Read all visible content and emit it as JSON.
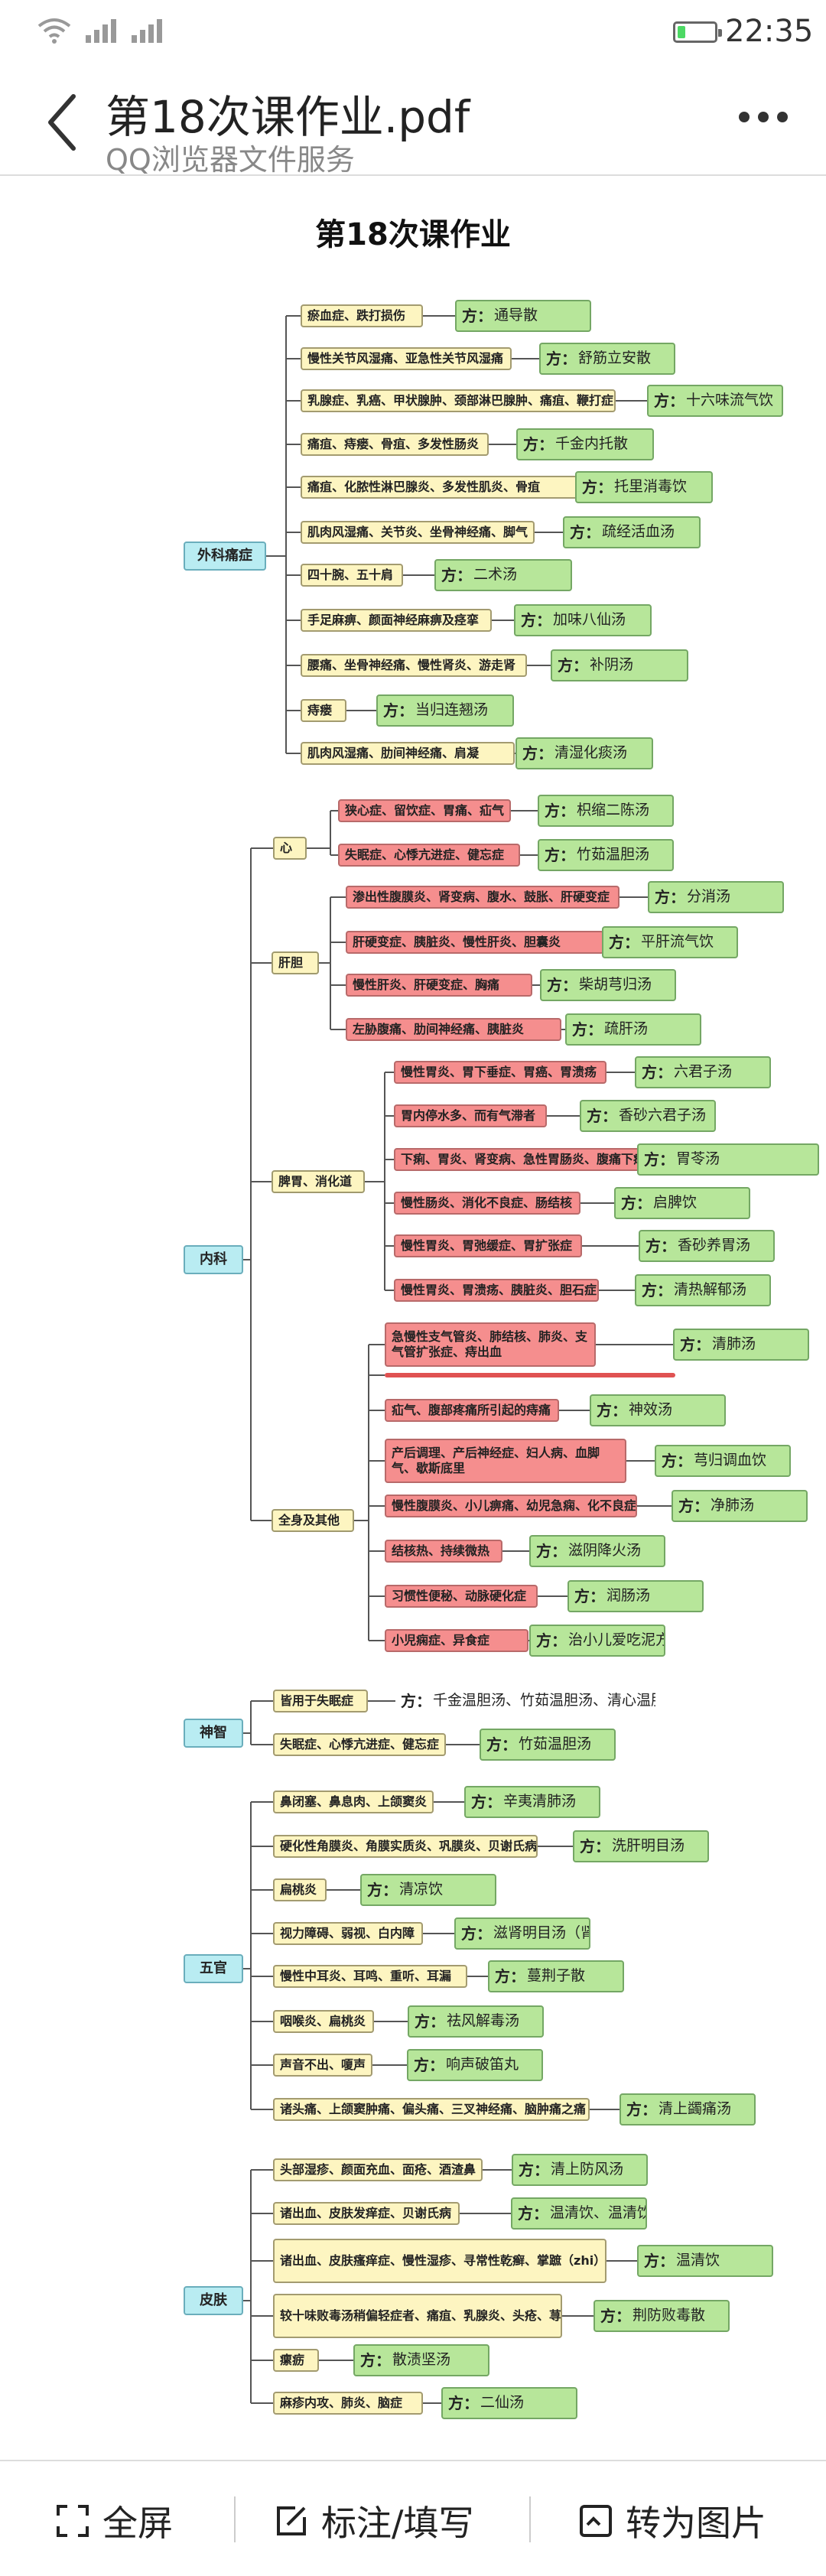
{
  "status_bar": {
    "time": "22:35",
    "icons": [
      "wifi-icon",
      "signal-icon",
      "signal-icon",
      "battery-icon"
    ]
  },
  "header": {
    "title": "第18次课作业.pdf",
    "subtitle": "QQ浏览器文件服务",
    "back_icon": "chevron-left-icon",
    "more_icon": "more-icon"
  },
  "document": {
    "title": "第18次课作业",
    "mindmap": {
      "sections": [
        {
          "label": "外科痛症",
          "items": [
            {
              "disease": "瘀血症、跌打损伤",
              "rx": "通导散"
            },
            {
              "disease": "慢性关节风湿痛、亚急性关节风湿痛",
              "rx": "舒筋立安散"
            },
            {
              "disease": "乳腺症、乳癌、甲状腺肿、颈部淋巴腺肿、痛疽、鞭打症",
              "rx": "十六味流气饮"
            },
            {
              "disease": "痛疽、痔瘘、骨疽、多发性肠炎",
              "rx": "千金内托散"
            },
            {
              "disease": "痛疽、化脓性淋巴腺炎、多发性肌炎、骨疽",
              "rx": "托里消毒饮"
            },
            {
              "disease": "肌肉风湿痛、关节炎、坐骨神经痛、脚气",
              "rx": "疏经活血汤"
            },
            {
              "disease": "四十腕、五十肩",
              "rx": "二术汤"
            },
            {
              "disease": "手足麻痹、颜面神经麻痹及痉挛",
              "rx": "加味八仙汤"
            },
            {
              "disease": "腰痛、坐骨神经痛、慢性肾炎、游走肾",
              "rx": "补阴汤"
            },
            {
              "disease": "痔瘘",
              "rx": "当归连翘汤"
            },
            {
              "disease": "肌肉风湿痛、肋间神经痛、肩凝",
              "rx": "清湿化痰汤"
            }
          ]
        },
        {
          "label": "内科",
          "groups": [
            {
              "label": "心",
              "items": [
                {
                  "disease": "狭心症、留饮症、胃痛、疝气",
                  "rx": "枳缩二陈汤"
                },
                {
                  "disease": "失眠症、心悸亢进症、健忘症",
                  "rx": "竹茹温胆汤"
                }
              ]
            },
            {
              "label": "肝胆",
              "items": [
                {
                  "disease": "渗出性腹膜炎、肾变病、腹水、鼓胀、肝硬变症",
                  "rx": "分消汤"
                },
                {
                  "disease": "肝硬变症、胰脏炎、慢性肝炎、胆囊炎",
                  "rx": "平肝流气饮"
                },
                {
                  "disease": "慢性肝炎、肝硬变症、胸痛",
                  "rx": "柴胡芎归汤"
                },
                {
                  "disease": "左胁腹痛、肋间神经痛、胰脏炎",
                  "rx": "疏肝汤"
                }
              ]
            },
            {
              "label": "脾胃、消化道",
              "items": [
                {
                  "disease": "慢性胃炎、胃下垂症、胃癌、胃溃疡",
                  "rx": "六君子汤"
                },
                {
                  "disease": "胃内停水多、而有气滞者",
                  "rx": "香砂六君子汤"
                },
                {
                  "disease": "下痢、胃炎、肾变病、急性胃肠炎、腹痛下痢",
                  "rx": "胃苓汤"
                },
                {
                  "disease": "慢性肠炎、消化不良症、肠结核",
                  "rx": "启脾饮"
                },
                {
                  "disease": "慢性胃炎、胃弛缓症、胃扩张症",
                  "rx": "香砂养胃汤"
                },
                {
                  "disease": "慢性胃炎、胃溃疡、胰脏炎、胆石症",
                  "rx": "清热解郁汤"
                }
              ]
            },
            {
              "label": "全身及其他",
              "items": [
                {
                  "disease": "急慢性支气管炎、肺结核、肺炎、支气管扩张症、痔出血",
                  "rx": "清肺汤"
                },
                {
                  "disease": "",
                  "rx": ""
                },
                {
                  "disease": "疝气、腹部疼痛所引起的痔痛",
                  "rx": "神效汤"
                },
                {
                  "disease": "产后调理、产后神经症、妇人病、血脚气、歇斯底里",
                  "rx": "芎归调血饮"
                },
                {
                  "disease": "慢性腹膜炎、小儿痹痛、幼児急痫、化不良症",
                  "rx": "净肺汤"
                },
                {
                  "disease": "结核热、持续微热",
                  "rx": "滋阴降火汤"
                },
                {
                  "disease": "习惯性便秘、动脉硬化症",
                  "rx": "润肠汤"
                },
                {
                  "disease": "小児痫症、异食症",
                  "rx": "治小儿爱吃泥方"
                }
              ]
            }
          ]
        },
        {
          "label": "神智",
          "items": [
            {
              "disease": "皆用于失眠症",
              "rx": "千金温胆汤、竹茹温胆汤、清心温胆汤"
            },
            {
              "disease": "失眠症、心悸亢进症、健忘症",
              "rx": "竹茹温胆汤"
            }
          ]
        },
        {
          "label": "五官",
          "items": [
            {
              "disease": "鼻闭塞、鼻息肉、上颌窦炎",
              "rx": "辛夷清肺汤"
            },
            {
              "disease": "硬化性角膜炎、角膜实质炎、巩膜炎、贝谢氏病",
              "rx": "洗肝明目汤"
            },
            {
              "disease": "扁桃炎",
              "rx": "清凉饮"
            },
            {
              "disease": "视力障碍、弱视、白内障",
              "rx": "滋肾明目汤（肾气明目汤）"
            },
            {
              "disease": "慢性中耳炎、耳鸣、重听、耳漏",
              "rx": "蔓荆子散"
            },
            {
              "disease": "咽喉炎、扁桃炎",
              "rx": "祛风解毒汤"
            },
            {
              "disease": "声音不出、嗄声",
              "rx": "响声破笛丸"
            },
            {
              "disease": "诸头痛、上颌窦肿痛、偏头痛、三叉神经痛、脑肿痛之痛",
              "rx": "清上蠲痛汤"
            }
          ]
        },
        {
          "label": "皮肤",
          "items": [
            {
              "disease": "头部湿疹、颜面充血、面疮、酒渣鼻",
              "rx": "清上防风汤"
            },
            {
              "disease": "诸出血、皮肤发痒症、贝谢氏病",
              "rx": "温清饮、温清饮"
            },
            {
              "disease": "诸出血、皮肤瘙痒症、慢性湿疹、寻常性乾癣、掌蹠（zhi）脓疱症、贝谢氏症候群",
              "rx": "温清饮"
            },
            {
              "disease": "较十味败毒汤稍偏轻症者、痛疽、乳腺炎、头疮、荨麻疹、疥癣、囊肿症、过敏性皮肤",
              "rx": "荆防败毒散"
            },
            {
              "disease": "瘰疬",
              "rx": "散渍坚汤"
            },
            {
              "disease": "麻疹内攻、肺炎、脑症",
              "rx": "二仙汤"
            }
          ]
        }
      ],
      "rx_prefix": "方："
    }
  },
  "bottom_bar": {
    "fullscreen": "全屏",
    "annotate": "标注/填写",
    "to_image": "转为图片"
  }
}
